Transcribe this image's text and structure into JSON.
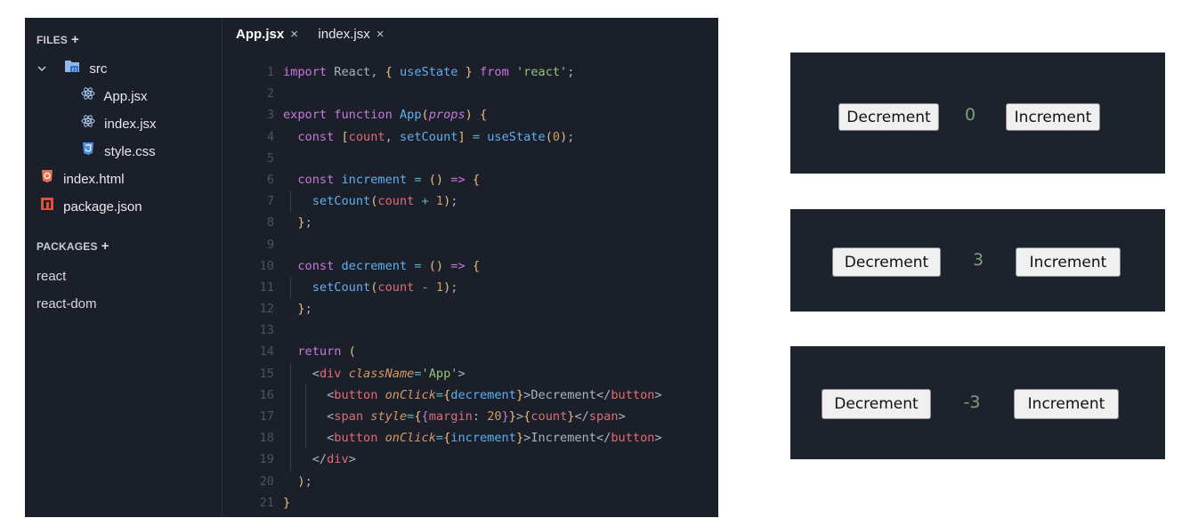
{
  "sidebar": {
    "files_title": "FILES",
    "plus": "+",
    "packages_title": "PACKAGES",
    "tree": [
      {
        "label": "src",
        "icon": "folder-icon"
      },
      {
        "label": "App.jsx",
        "icon": "react-icon"
      },
      {
        "label": "index.jsx",
        "icon": "react-icon"
      },
      {
        "label": "style.css",
        "icon": "css-icon"
      },
      {
        "label": "index.html",
        "icon": "html-icon"
      },
      {
        "label": "package.json",
        "icon": "npm-icon"
      }
    ],
    "packages": [
      "react",
      "react-dom"
    ]
  },
  "tabs": [
    {
      "label": "App.jsx",
      "close": "×"
    },
    {
      "label": "index.jsx",
      "close": "×"
    }
  ],
  "colors": {
    "editor_bg": "#1b1f29",
    "keyword": "#c678dd",
    "function": "#61afef",
    "string": "#98c379",
    "preview_bg": "#1d232c",
    "counter_text": "#7fa07a"
  },
  "code_lines": [
    "import React, { useState } from 'react';",
    "",
    "export function App(props) {",
    "  const [count, setCount] = useState(0);",
    "",
    "  const increment = () => {",
    "    setCount(count + 1);",
    "  };",
    "",
    "  const decrement = () => {",
    "    setCount(count - 1);",
    "  };",
    "",
    "  return (",
    "    <div className='App'>",
    "      <button onClick={decrement}>Decrement</button>",
    "      <span style={{margin: 20}}>{count}</span>",
    "      <button onClick={increment}>Increment</button>",
    "    </div>",
    "  );",
    "}"
  ],
  "previews": [
    {
      "decrement_label": "Decrement",
      "count": "0",
      "increment_label": "Increment"
    },
    {
      "decrement_label": "Decrement",
      "count": "3",
      "increment_label": "Increment"
    },
    {
      "decrement_label": "Decrement",
      "count": "-3",
      "increment_label": "Increment"
    }
  ]
}
